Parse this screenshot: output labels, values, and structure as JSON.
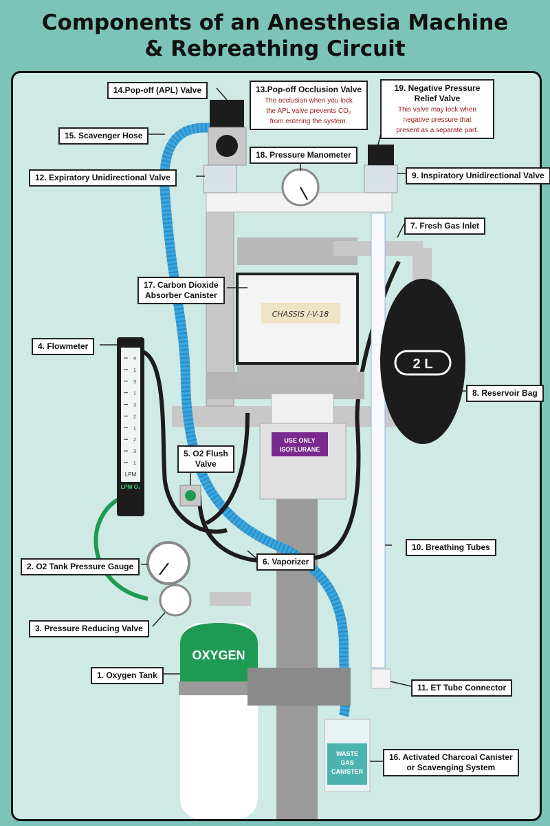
{
  "title_line1": "Components of an Anesthesia Machine",
  "title_line2": "& Rebreathing Circuit",
  "labels": {
    "l1": "1. Oxygen Tank",
    "l2": "2. O2 Tank Pressure Gauge",
    "l3": "3. Pressure Reducing Valve",
    "l4": "4. Flowmeter",
    "l5a": "5. O2 Flush",
    "l5b": "Valve",
    "l6": "6. Vaporizer",
    "l7": "7. Fresh Gas Inlet",
    "l8": "8. Reservoir Bag",
    "l9": "9. Inspiratory Unidirectional Valve",
    "l10": "10. Breathing Tubes",
    "l11": "11. ET Tube Connector",
    "l12": "12. Expiratory Unidirectional Valve",
    "l14": "14.Pop-off (APL) Valve",
    "l15": "15. Scavenger Hose",
    "l16a": "16. Activated Charcoal Canister",
    "l16b": "or Scavenging System",
    "l17a": "17. Carbon Dioxide",
    "l17b": "Absorber Canister",
    "l18": "18. Pressure Manometer"
  },
  "callouts": {
    "c13_title": "13.Pop-off Occlusion Valve",
    "c13_desc1": "The occlusion when you lock",
    "c13_desc2": "the APL valve prevents CO₂",
    "c13_desc3": "from entering the system.",
    "c19_title1": "19. Negative Pressure",
    "c19_title2": "Relief Valve",
    "c19_desc1": "This valve may lock when",
    "c19_desc2": "negative pressure that",
    "c19_desc3": "present as a separate part."
  },
  "device_text": {
    "oxygen": "OXYGEN",
    "bag_size": "2 L",
    "vaporizer_plate1": "USE ONLY",
    "vaporizer_plate2": "ISOFLURANE",
    "canister_label": "CHASSIS /-V-18",
    "waste1": "WASTE",
    "waste2": "GAS",
    "waste3": "CANISTER",
    "flowmeter_unit": "LPM O₂",
    "flowmeter_lpm": "LPM",
    "flowmeter_ticks": [
      "4",
      "1",
      "3",
      "1",
      "3",
      "2",
      "1",
      "2",
      "3",
      "1"
    ]
  },
  "colors": {
    "background": "#7cc4b9",
    "panel": "#cfe9e4",
    "oxygen_green": "#1f9a52",
    "hose_blue": "#3aa6e0",
    "bag_black": "#1c1c1c",
    "purple": "#7a2a8e",
    "callout_red": "#9a1b1b"
  }
}
